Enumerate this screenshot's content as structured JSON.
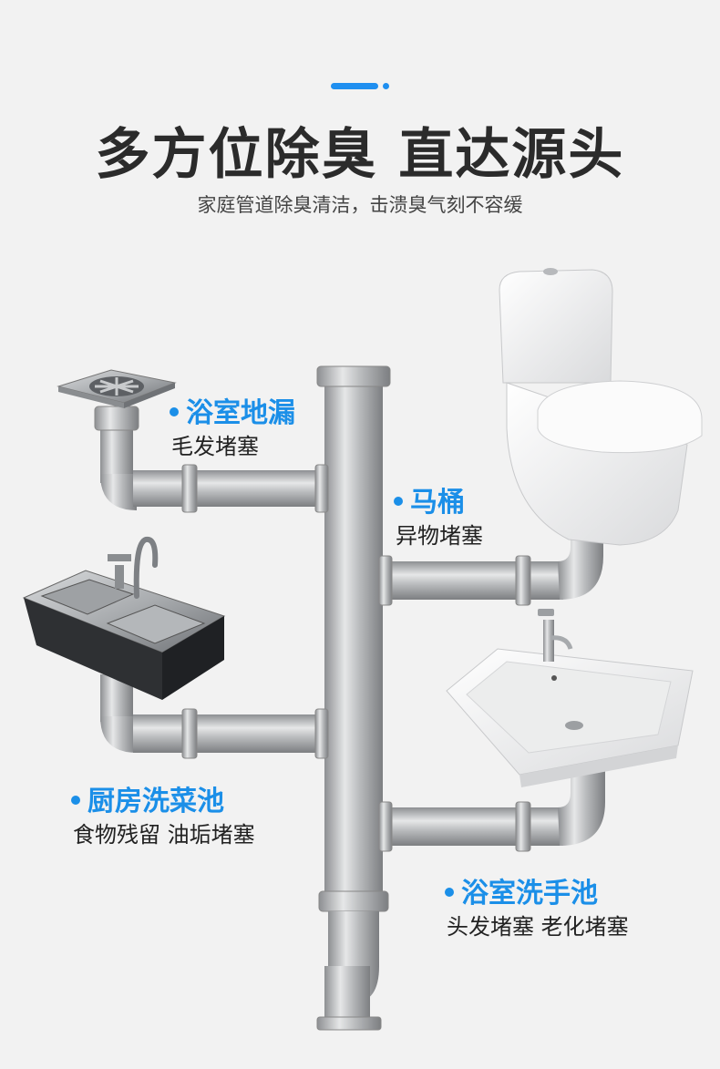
{
  "header": {
    "title": "多方位除臭 直达源头",
    "subtitle": "家庭管道除臭清洁，击溃臭气刻不容缓"
  },
  "colors": {
    "accent": "#1b8fe8",
    "title": "#2b2b2b",
    "background": "#f2f2f2"
  },
  "callouts": {
    "floor_drain": {
      "name": "浴室地漏",
      "desc": "毛发堵塞"
    },
    "toilet": {
      "name": "马桶",
      "desc": "异物堵塞"
    },
    "kitchen_sink": {
      "name": "厨房洗菜池",
      "desc": "食物残留 油垢堵塞"
    },
    "wash_basin": {
      "name": "浴室洗手池",
      "desc": "头发堵塞 老化堵塞"
    }
  }
}
